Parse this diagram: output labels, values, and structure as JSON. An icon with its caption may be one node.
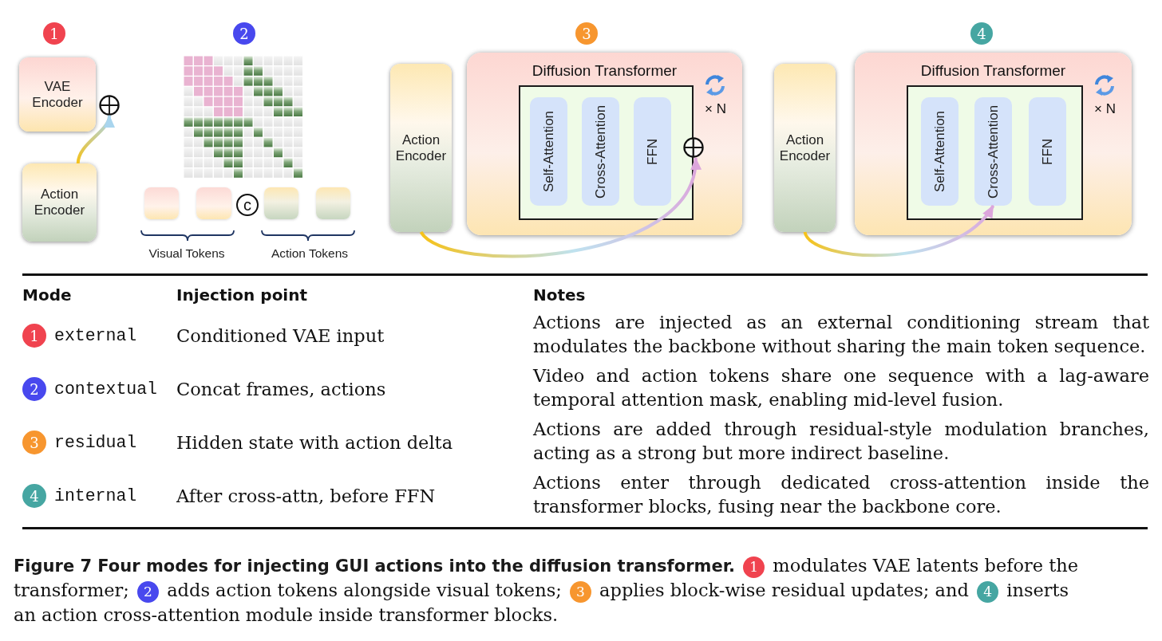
{
  "diagram": {
    "caption": "**Figure 7 Four modes for injecting GUI actions into the diffusion transformer.** 1 modulates VAE latents before the transformer; 2 adds action tokens alongside visual tokens; 3 applies block-wise residual updates; and 4 inserts an action cross-attention module inside transformer blocks.",
    "nodes": [
      {
        "text": [
          "VAE Encoder"
        ]
      },
      {
        "text": [],
        "shape": "circle"
      },
      {
        "text": [
          "Action Encoder"
        ]
      },
      {
        "text": [],
        "shape": "box"
      },
      {
        "text": [],
        "shape": "box"
      },
      {
        "text": [
          "c"
        ]
      },
      {
        "text": [],
        "shape": "box"
      },
      {
        "text": [],
        "shape": "box"
      },
      {
        "text": [
          "Action Encoder"
        ]
      },
      {
        "text": [
          "Diffusion Transformer"
        ]
      },
      {
        "text": [],
        "shape": "box",
        "in": 9,
        "beside": [
          "× N"
        ]
      },
      {
        "text": [
          "Self-Attention"
        ],
        "in": 10
      },
      {
        "text": [
          "Cross-Attention"
        ],
        "in": 10
      },
      {
        "text": [
          "FFN"
        ],
        "in": 10
      },
      {
        "text": [],
        "shape": "circle",
        "in": 9
      },
      {
        "text": [
          "Action Encoder"
        ]
      },
      {
        "text": [
          "Diffusion Transformer"
        ]
      },
      {
        "text": [],
        "shape": "box",
        "in": 16,
        "beside": [
          "× N"
        ]
      },
      {
        "text": [
          "Self-Attention"
        ],
        "in": 17
      },
      {
        "text": [
          "Cross-Attention"
        ],
        "in": 17
      },
      {
        "text": [
          "FFN"
        ],
        "in": 17
      }
    ],
    "edges": [
      {
        "from": 2,
        "to": 1,
        "arrow": "to"
      },
      {
        "from": 8,
        "to": 14,
        "arrow": "to"
      },
      {
        "from": 15,
        "to": 19,
        "arrow": "to"
      }
    ],
    "labels": [
      "1",
      "2",
      "3",
      "4",
      "Visual Tokens",
      "Action Tokens",
      "Mode",
      "Injection point",
      "Notes",
      "1",
      "external",
      "Conditioned VAE input",
      "Actions are injected as an external conditioning stream that modulates the backbone without sharing the main token sequence.",
      "2",
      "contextual",
      "Concat frames, actions",
      "Video and action tokens share one sequence with a lag-aware temporal attention mask, enabling mid-level fusion.",
      "3",
      "residual",
      "Hidden state with action delta",
      "Actions are added through residual-style modulation branches, acting as a strong but more indirect baseline.",
      "4",
      "internal",
      "After cross-attn, before FFN",
      "Actions enter through dedicated cross-attention inside the transformer blocks, fusing near the backbone core."
    ]
  }
}
